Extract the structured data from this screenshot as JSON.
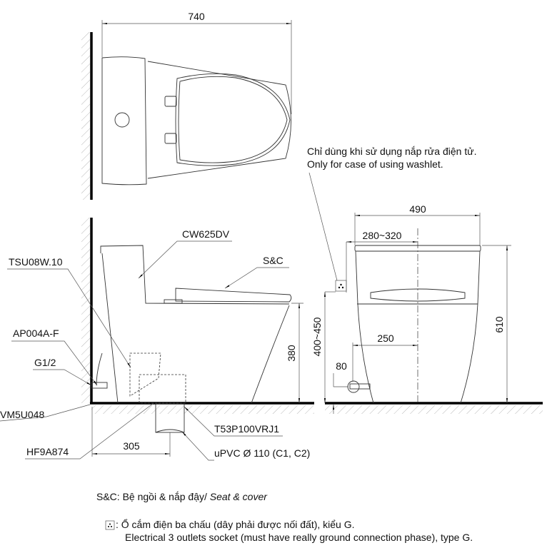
{
  "top_view": {
    "dim_width": "740"
  },
  "side_view": {
    "labels": {
      "body": "CW625DV",
      "seat": "S&C",
      "pipe": "TSU08W.10",
      "valve": "AP004A-F",
      "thread": "G1/2",
      "flange": "VM5U048",
      "hose": "HF9A874",
      "adapter": "T53P100VRJ1",
      "drain": "uPVC Ø 110 (C1, C2)"
    },
    "dim_rough_in": "305",
    "dim_seat_height": "380"
  },
  "front_view": {
    "note_vi": "Chỉ dùng khi sử dụng nắp rửa điện tử.",
    "note_en": "Only for case of using washlet.",
    "dim_width": "490",
    "dim_socket_offset": "280~320",
    "dim_height": "610",
    "dim_socket_height": "400~450",
    "dim_supply_offset": "250",
    "dim_supply_height": "80"
  },
  "legend": {
    "sc_prefix": "S&C: Bệ ngồi & nắp đậy/ ",
    "sc_en": "Seat & cover",
    "socket_vi": ": Ổ cắm điện ba chấu (dây phải được nối đất), kiểu G.",
    "socket_en": "Electrical 3 outlets socket (must have really ground connection phase), type G."
  }
}
